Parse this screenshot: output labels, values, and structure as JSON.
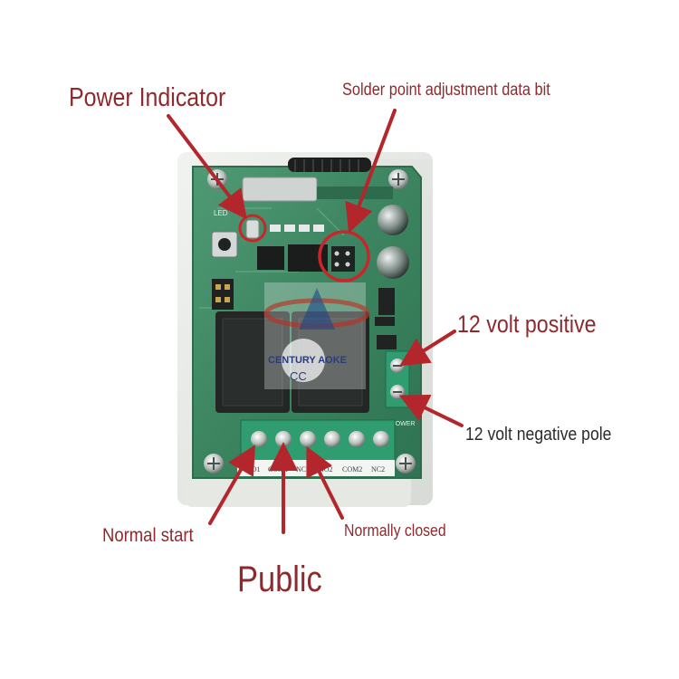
{
  "callouts": {
    "power_indicator": "Power Indicator",
    "solder_point": "Solder point adjustment data bit",
    "positive_12v": "12 volt positive",
    "negative_12v": "12 volt negative pole",
    "normal_start": "Normal start",
    "normally_closed": "Normally closed",
    "public": "Public"
  },
  "board": {
    "terminal_labels": [
      "NO1",
      "COM1",
      "NC1",
      "NO2",
      "COM2",
      "NC2"
    ],
    "watermark": "CENTURY AOKE",
    "led_marking": "LED",
    "power_marking": "POWER"
  },
  "colors": {
    "callout_text": "#8e2a2e",
    "arrow": "#b3262b",
    "pcb_green": "#3f8a66",
    "enclosure": "#e3e6e2"
  }
}
